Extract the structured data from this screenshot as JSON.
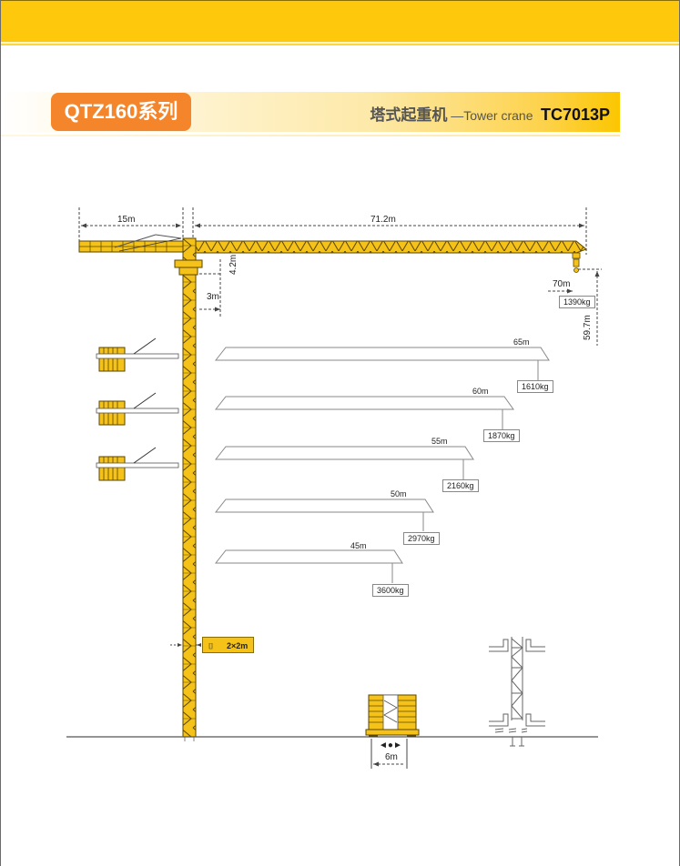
{
  "header": {
    "series_label": "QTZ160系列",
    "title_cn": "塔式起重机",
    "title_separator": " —",
    "title_en": "Tower crane",
    "model": "TC7013P"
  },
  "colors": {
    "band_yellow": "#fec90d",
    "badge_orange": "#f4852a",
    "crane_yellow": "#f5c21a",
    "outline_dark": "#5a4600"
  },
  "dimensions": {
    "counter_jib_length": "15m",
    "jib_length": "71.2m",
    "apex_height": "4.2m",
    "cab_offset": "3m",
    "max_radius": "70m",
    "max_radius_load": "1390kg",
    "hook_height": "59.7m",
    "mast_section": "2×2m",
    "base_width": "6m"
  },
  "load_chart": [
    {
      "radius": "65m",
      "load": "1610kg"
    },
    {
      "radius": "60m",
      "load": "1870kg"
    },
    {
      "radius": "55m",
      "load": "2160kg"
    },
    {
      "radius": "50m",
      "load": "2970kg"
    },
    {
      "radius": "45m",
      "load": "3600kg"
    }
  ],
  "icons": {
    "slew_direction": "◄●►",
    "mast_section_symbol": "⌷"
  }
}
